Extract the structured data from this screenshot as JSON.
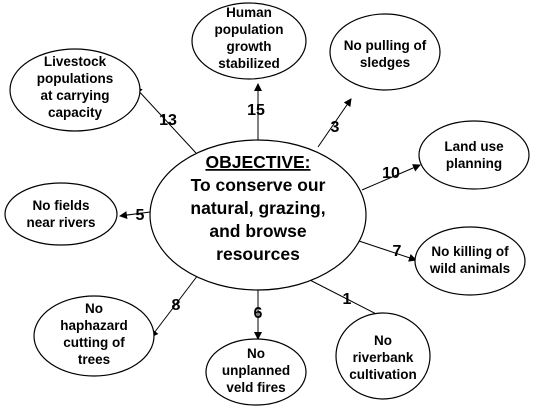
{
  "diagram": {
    "objective": {
      "title": "OBJECTIVE:",
      "lines": [
        "To conserve our",
        "natural, grazing,",
        "and browse",
        "resources"
      ]
    },
    "nodes": [
      {
        "id": "human-population",
        "lines": [
          "Human",
          "population",
          "growth",
          "stabilized"
        ],
        "number": "15"
      },
      {
        "id": "no-pulling-sledges",
        "lines": [
          "No pulling of",
          "sledges"
        ],
        "number": "3"
      },
      {
        "id": "land-use-planning",
        "lines": [
          "Land use",
          "planning"
        ],
        "number": "10"
      },
      {
        "id": "no-killing-wild-animals",
        "lines": [
          "No killing of",
          "wild animals"
        ],
        "number": "7"
      },
      {
        "id": "no-riverbank-cultivation",
        "lines": [
          "No",
          "riverbank",
          "cultivation"
        ],
        "number": "1"
      },
      {
        "id": "no-unplanned-veld-fires",
        "lines": [
          "No",
          "unplanned",
          "veld fires"
        ],
        "number": "6"
      },
      {
        "id": "no-haphazard-cutting",
        "lines": [
          "No",
          "haphazard",
          "cutting of",
          "trees"
        ],
        "number": "8"
      },
      {
        "id": "no-fields-near-rivers",
        "lines": [
          "No fields",
          "near rivers"
        ],
        "number": "5"
      },
      {
        "id": "livestock-populations",
        "lines": [
          "Livestock",
          "populations",
          "at carrying",
          "capacity"
        ],
        "number": "13"
      }
    ],
    "colors": {
      "stroke": "#000000",
      "fill": "#ffffff",
      "text": "#000000"
    }
  }
}
